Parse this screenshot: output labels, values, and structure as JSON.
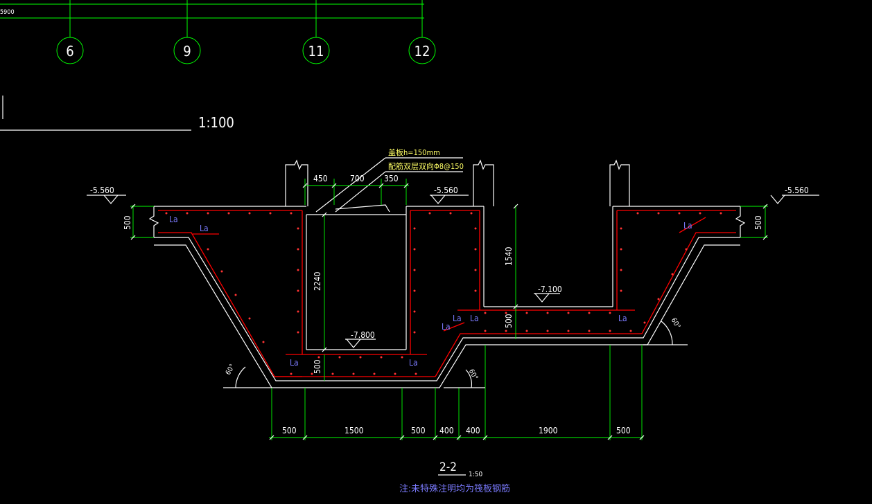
{
  "top_left_label": "5900",
  "axis_markers": [
    "6",
    "9",
    "11",
    "12"
  ],
  "scale_label": "1:100",
  "elevations": {
    "left": "-5.560",
    "middle": "-5.560",
    "right": "-5.560",
    "pit_bottom": "-7.800",
    "mid_level": "-7.100"
  },
  "annotation": {
    "line1": "盖板h=150mm",
    "line2": "配筋双层双向Φ8@150"
  },
  "dims_top": [
    "450",
    "700",
    "350"
  ],
  "dims_vertical": {
    "left_slab": "500",
    "right_slab": "500",
    "pit_depth": "2240",
    "pit_slab": "500",
    "mid_depth": "1540",
    "mid_slab": "500"
  },
  "dims_bottom": [
    "500",
    "1500",
    "500",
    "400",
    "400",
    "1900",
    "500"
  ],
  "anchor_label": "La",
  "angle_label": "60°",
  "section_title": "2-2",
  "section_scale": "1:50",
  "note": "注:未特殊注明均为筏板钢筋"
}
